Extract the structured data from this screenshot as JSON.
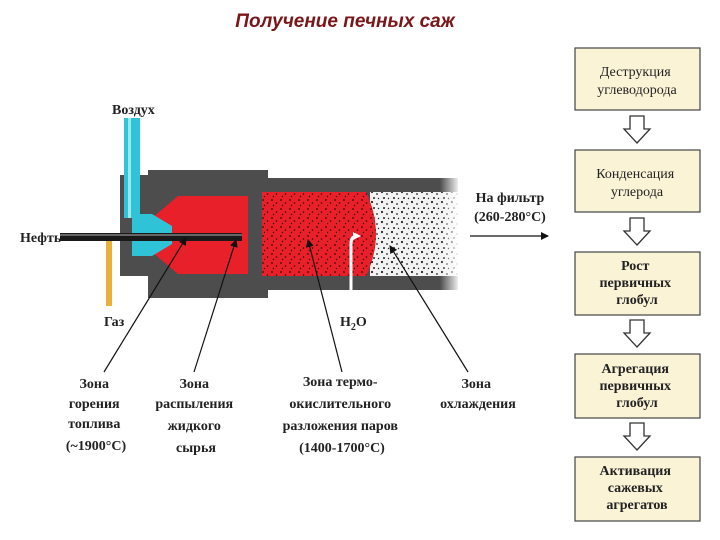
{
  "title": "Получение печных саж",
  "inputs": {
    "air": "Воздух",
    "oil": "Нефть",
    "gas": "Газ",
    "water_main": "H",
    "water_sub": "2",
    "water_tail": "O"
  },
  "output": {
    "line1": "На фильтр",
    "line2": "(260-280°C)"
  },
  "zones": [
    {
      "lines": [
        "Зона",
        "горения",
        "топлива",
        "(~1900°C)"
      ]
    },
    {
      "lines": [
        "Зона",
        "распыления",
        "жидкого",
        "сырья"
      ]
    },
    {
      "lines": [
        "Зона термо-",
        "окислительного",
        "разложения паров",
        "(1400-1700°C)"
      ]
    },
    {
      "lines": [
        "Зона",
        "охлаждения"
      ]
    }
  ],
  "stages": [
    {
      "lines": [
        "Деструкция",
        "углеводорода"
      ],
      "bold": false
    },
    {
      "lines": [
        "Конденсация",
        "углерода"
      ],
      "bold": false
    },
    {
      "lines": [
        "Рост",
        "первичных",
        "глобул"
      ],
      "bold": true
    },
    {
      "lines": [
        "Агрегация",
        "первичных",
        "глобул"
      ],
      "bold": true
    },
    {
      "lines": [
        "Активация",
        "сажевых",
        "агрегатов"
      ],
      "bold": true
    }
  ],
  "colors": {
    "title": "#7a1518",
    "furnace": "#4d4d4d",
    "flame": "#e8202a",
    "air_pipe": "#2fc3d8",
    "gas_pipe": "#e8b23a",
    "stage_box": "#fbf3d6",
    "arrow_fill": "#ffffff"
  }
}
